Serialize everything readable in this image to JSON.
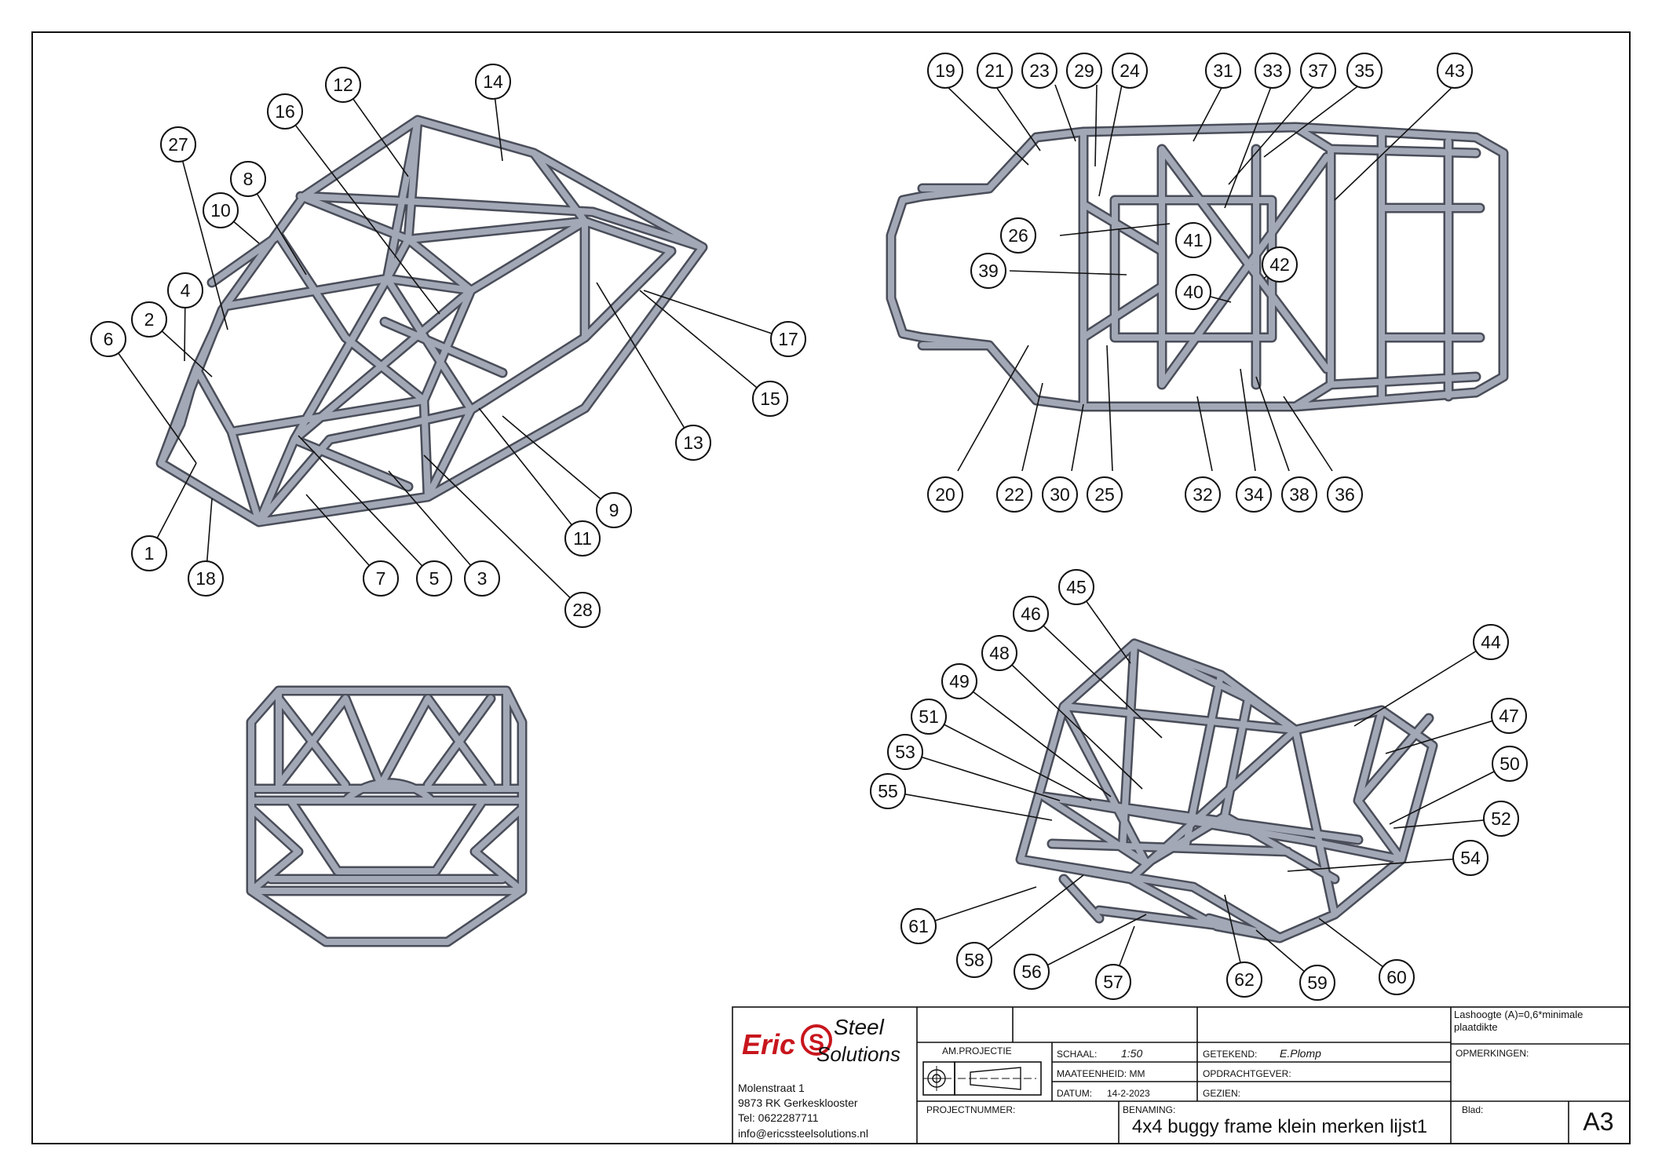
{
  "balloons": {
    "view_iso_left": [
      "1",
      "2",
      "3",
      "4",
      "5",
      "6",
      "7",
      "8",
      "9",
      "10",
      "11",
      "12",
      "13",
      "14",
      "15",
      "16",
      "17",
      "18",
      "27",
      "28"
    ],
    "view_top": [
      "19",
      "20",
      "21",
      "22",
      "23",
      "24",
      "25",
      "26",
      "29",
      "30",
      "31",
      "32",
      "33",
      "34",
      "35",
      "36",
      "37",
      "38",
      "39",
      "40",
      "41",
      "42",
      "43"
    ],
    "view_iso_right": [
      "44",
      "45",
      "46",
      "47",
      "48",
      "49",
      "50",
      "51",
      "52",
      "53",
      "54",
      "55",
      "56",
      "57",
      "58",
      "59",
      "60",
      "61",
      "62"
    ]
  },
  "title_block": {
    "logo_text_1": "Eric",
    "logo_text_2": "Steel",
    "logo_text_3": "Solutions",
    "address_line_1": "Molenstraat 1",
    "address_line_2": "9873 RK Gerkesklooster",
    "address_line_3": "Tel: 0622287711",
    "address_line_4": "info@ericssteelsolutions.nl",
    "projection_label": "AM.PROJECTIE",
    "scale_label": "SCHAAL:",
    "scale_value": "1:50",
    "units_label": "MAATEENHEID: MM",
    "date_label": "DATUM:",
    "date_value": "14-2-2023",
    "drawn_label": "GETEKEND:",
    "drawn_value": "E.Plomp",
    "client_label": "OPDRACHTGEVER:",
    "checked_label": "GEZIEN:",
    "weld_note": "Lashoogte (A)=0,6*minimale plaatdikte",
    "remarks_label": "OPMERKINGEN:",
    "project_number_label": "PROJECTNUMMER:",
    "name_label": "BENAMING:",
    "name_value": "4x4 buggy frame klein merken lijst1",
    "sheet_label": "Blad:",
    "sheet_size": "A3"
  },
  "colors": {
    "tube_outline": "#4a4e5a",
    "tube_fill": "#a3a8b6",
    "logo_red": "#c8161d",
    "ink": "#111111"
  }
}
